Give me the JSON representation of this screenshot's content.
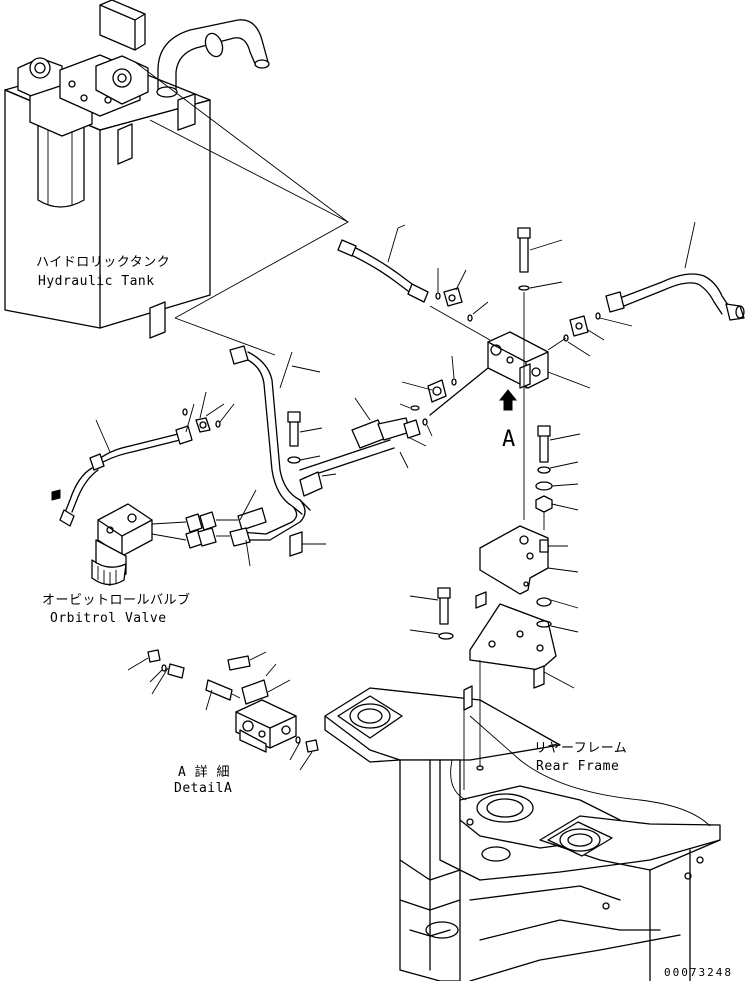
{
  "labels": {
    "tank_jp": "ハイドロリックタンク",
    "tank_en": "Hydraulic Tank",
    "orbitrol_jp": "オービットロールバルブ",
    "orbitrol_en": "Orbitrol Valve",
    "rear_jp": "リヤーフレーム",
    "rear_en": "Rear Frame",
    "detail_jp": "A 詳 細",
    "detail_en": "DetailA",
    "view_letter": "A",
    "drawing_number": "00073248"
  }
}
